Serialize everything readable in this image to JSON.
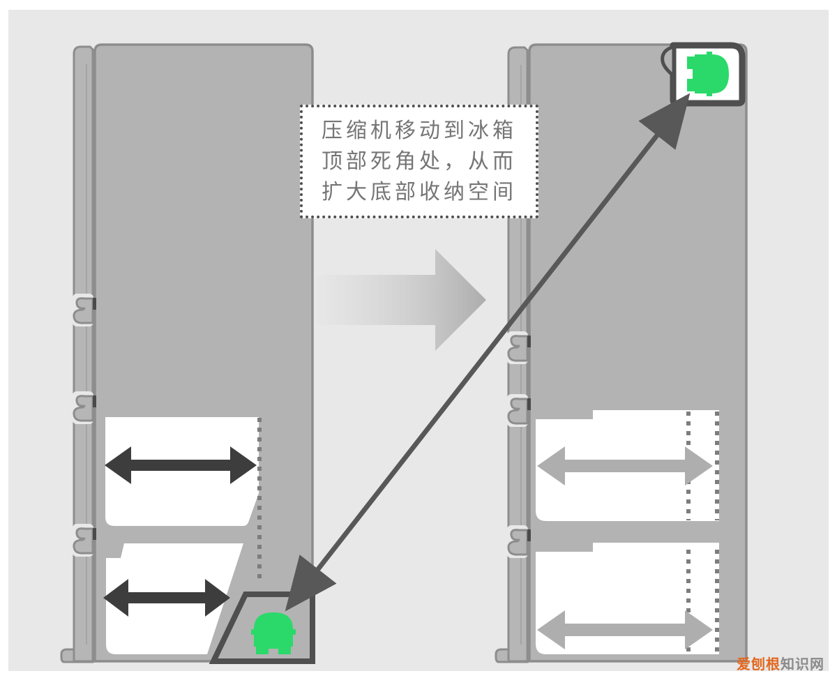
{
  "annotation_box": {
    "lines": [
      "压缩机移动到冰箱",
      "顶部死角处，从而",
      "扩大底部收纳空间"
    ]
  },
  "watermark": {
    "highlight": "爱刨根",
    "rest": "知识网"
  },
  "icons": {
    "compressor": "compressor-icon",
    "width_arrow": "double-headed-arrow-icon",
    "move_arrow": "diagonal-move-arrow-icon",
    "transition_arrow": "fade-right-arrow-icon"
  },
  "colors": {
    "page_bg": "#ffffff",
    "canvas_bg": "#e8e8e8",
    "fridge_body": "#b3b3b3",
    "fridge_door": "#b6b6b6",
    "fridge_outline": "#8d8d8d",
    "drawer_fill": "#ffffff",
    "arrow_dark": "#3d3d3d",
    "arrow_light": "#aeaeae",
    "dotted_guide": "#7d7d7d",
    "compartment_border": "#4f4f4f",
    "compressor_green": "#2bd96a",
    "motion_arrow": "#585858",
    "annotation_text": "#757575",
    "annotation_border": "#4f4f4f",
    "watermark_orange": "#e2671d",
    "watermark_gray": "#8a8a8a"
  }
}
